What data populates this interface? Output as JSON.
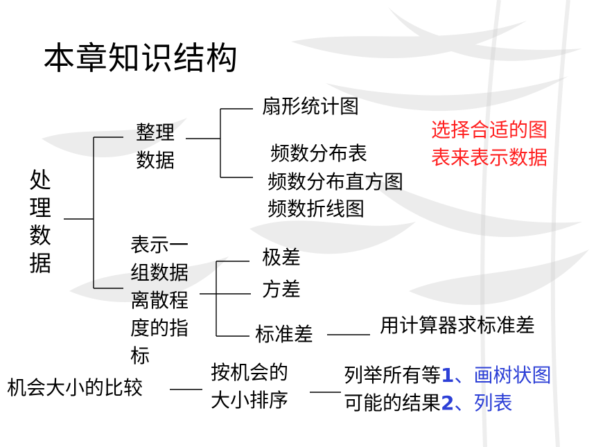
{
  "title": "本章知识结构",
  "root": [
    "处",
    "理",
    "数",
    "据"
  ],
  "branch1": {
    "label_line1": "整理",
    "label_line2": "数据"
  },
  "branch1_items": [
    "扇形统计图",
    "频数分布表",
    "频数分布直方图",
    "频数折线图"
  ],
  "note": {
    "line1": "选择合适的图",
    "line2": "表来表示数据"
  },
  "branch2": {
    "lines": [
      "表示一",
      "组数据",
      "离散程",
      "度的指",
      "标"
    ]
  },
  "branch2_items": [
    "极差",
    "方差",
    "标准差"
  ],
  "std_note": "用计算器求标准差",
  "bottom": {
    "label": "机会大小的比较",
    "middle_line1": "按机会的",
    "middle_line2": "大小排序",
    "right_line1": "列举所有等",
    "right_line2": "可能的结果",
    "method1_num": "1",
    "method1_sep": "、",
    "method1_text": "画树状图",
    "method2_num": "2",
    "method2_sep": "、",
    "method2_text": "列表"
  },
  "colors": {
    "note": "#ff2020",
    "methods": "#2c3fd6",
    "lines": "#000000"
  }
}
